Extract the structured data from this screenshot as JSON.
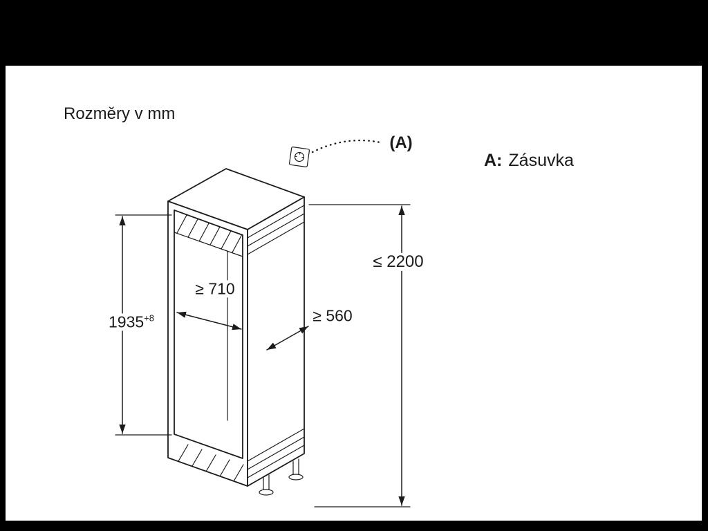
{
  "colors": {
    "background": "#ffffff",
    "frame": "#000000",
    "line": "#1c1c1c"
  },
  "header": {
    "title": "Rozměry v mm"
  },
  "callout": {
    "label": "(A)",
    "icon": "socket-icon"
  },
  "legend": {
    "key": "A:",
    "value": "Zásuvka"
  },
  "dimensions": {
    "niche_height": {
      "value": "1935",
      "tolerance": "+8"
    },
    "niche_width": "≥ 710",
    "niche_depth": "≥ 560",
    "max_height": "≤ 2200"
  }
}
